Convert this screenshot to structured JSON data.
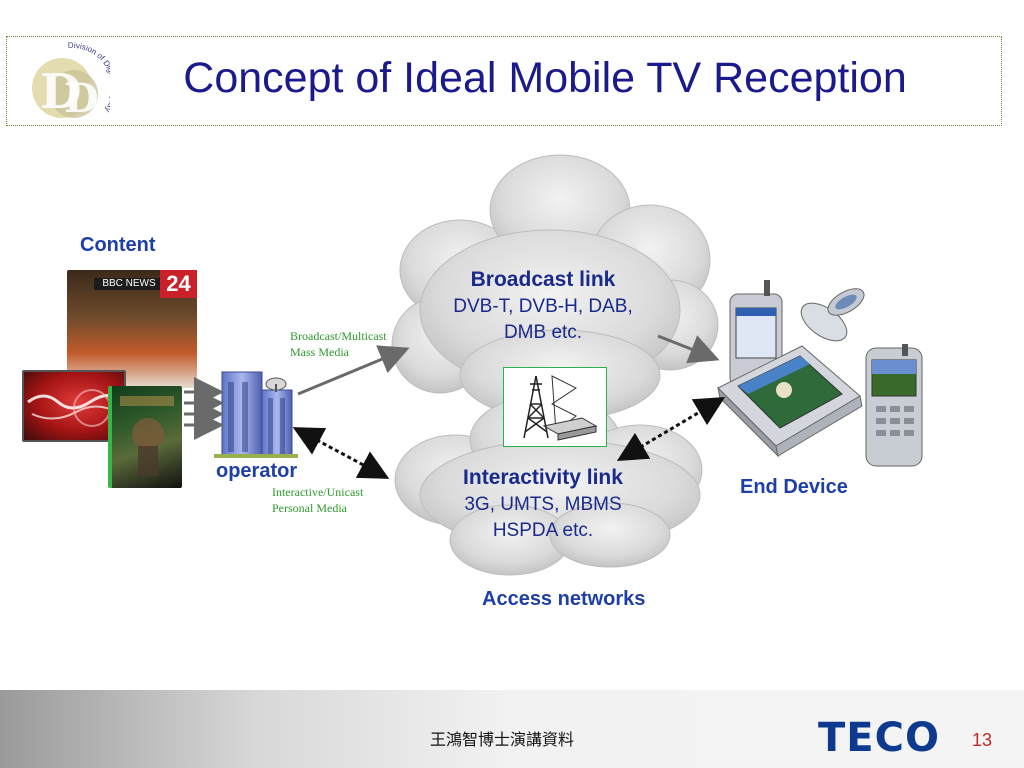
{
  "header": {
    "title": "Concept of Ideal Mobile TV Reception",
    "logo_text": "Division of Digital Display"
  },
  "content": {
    "label": "Content",
    "bbc_logo": "BBC NEWS",
    "bbc_channel": "24"
  },
  "operator": {
    "label": "operator"
  },
  "broadcast_path": {
    "line1": "Broadcast/Multicast",
    "line2": "Mass Media"
  },
  "interactive_path": {
    "line1": "Interactive/Unicast",
    "line2": "Personal Media"
  },
  "broadcast_link": {
    "title": "Broadcast link",
    "line1": "DVB-T, DVB-H, DAB,",
    "line2": "DMB etc."
  },
  "interactivity_link": {
    "title": "Interactivity link",
    "line1": "3G, UMTS, MBMS",
    "line2": "HSPDA etc."
  },
  "access_networks": {
    "label": "Access networks"
  },
  "end_device": {
    "label": "End Device"
  },
  "footer": {
    "text": "王鴻智博士演講資料",
    "brand": "TECO",
    "page_number": "13"
  },
  "colors": {
    "title": "#1a1a8c",
    "label_blue": "#1f3fa8",
    "annotation_green": "#2f9a2f",
    "arrow_gray": "#6a6a6a",
    "dotted_arrow": "#111111",
    "page_number": "#c0282a"
  }
}
